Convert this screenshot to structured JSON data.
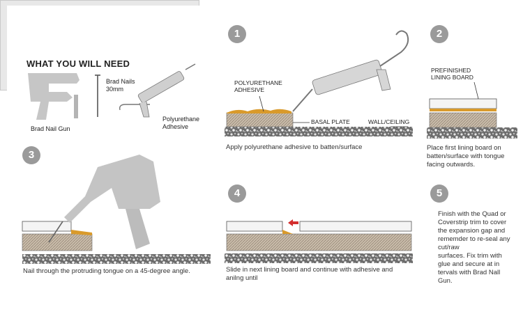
{
  "need": {
    "title": "WHAT YOU WILL NEED",
    "nail_gun_label": "Brad Nail Gun",
    "nails_label_1": "Brad Nails",
    "nails_label_2": "30mm",
    "adhesive_label_1": "Polyurethane",
    "adhesive_label_2": "Adhesive"
  },
  "steps": [
    {
      "number": "1",
      "labels": {
        "adhesive_1": "POLYURETHANE",
        "adhesive_2": "ADHESIVE",
        "basal": "BASAL PLATE",
        "wall": "WALL/CEILING"
      },
      "caption": "Apply polyurethane adhesive to batten/surface"
    },
    {
      "number": "2",
      "labels": {
        "board_1": "PREFINISHED",
        "board_2": "LINING BOARD"
      },
      "caption_lines": [
        "Place first lining board on",
        "batten/surface with tongue",
        "facing outwards."
      ]
    },
    {
      "number": "3",
      "caption": "Nail through the protruding tongue on a 45-degree angle."
    },
    {
      "number": "4",
      "caption_lines": [
        "Slide in next lining board and continue with adhesive and",
        "anilng until"
      ]
    },
    {
      "number": "5",
      "caption_lines": [
        "Finish with the Quad or",
        "Coverstrip trim to cover",
        "the expansion gap and",
        "rememder to re-seal any",
        "cut/raw",
        "surfaces. Fix trim with",
        "glue and secure at in",
        "tervals with Brad Nall",
        "Gun."
      ]
    }
  ],
  "colors": {
    "adhesive": "#d99a2b",
    "arrow": "#d32f2f",
    "circle": "#9a9a9a",
    "tool": "#c4c4c4",
    "batten": "#c9bcaa"
  }
}
